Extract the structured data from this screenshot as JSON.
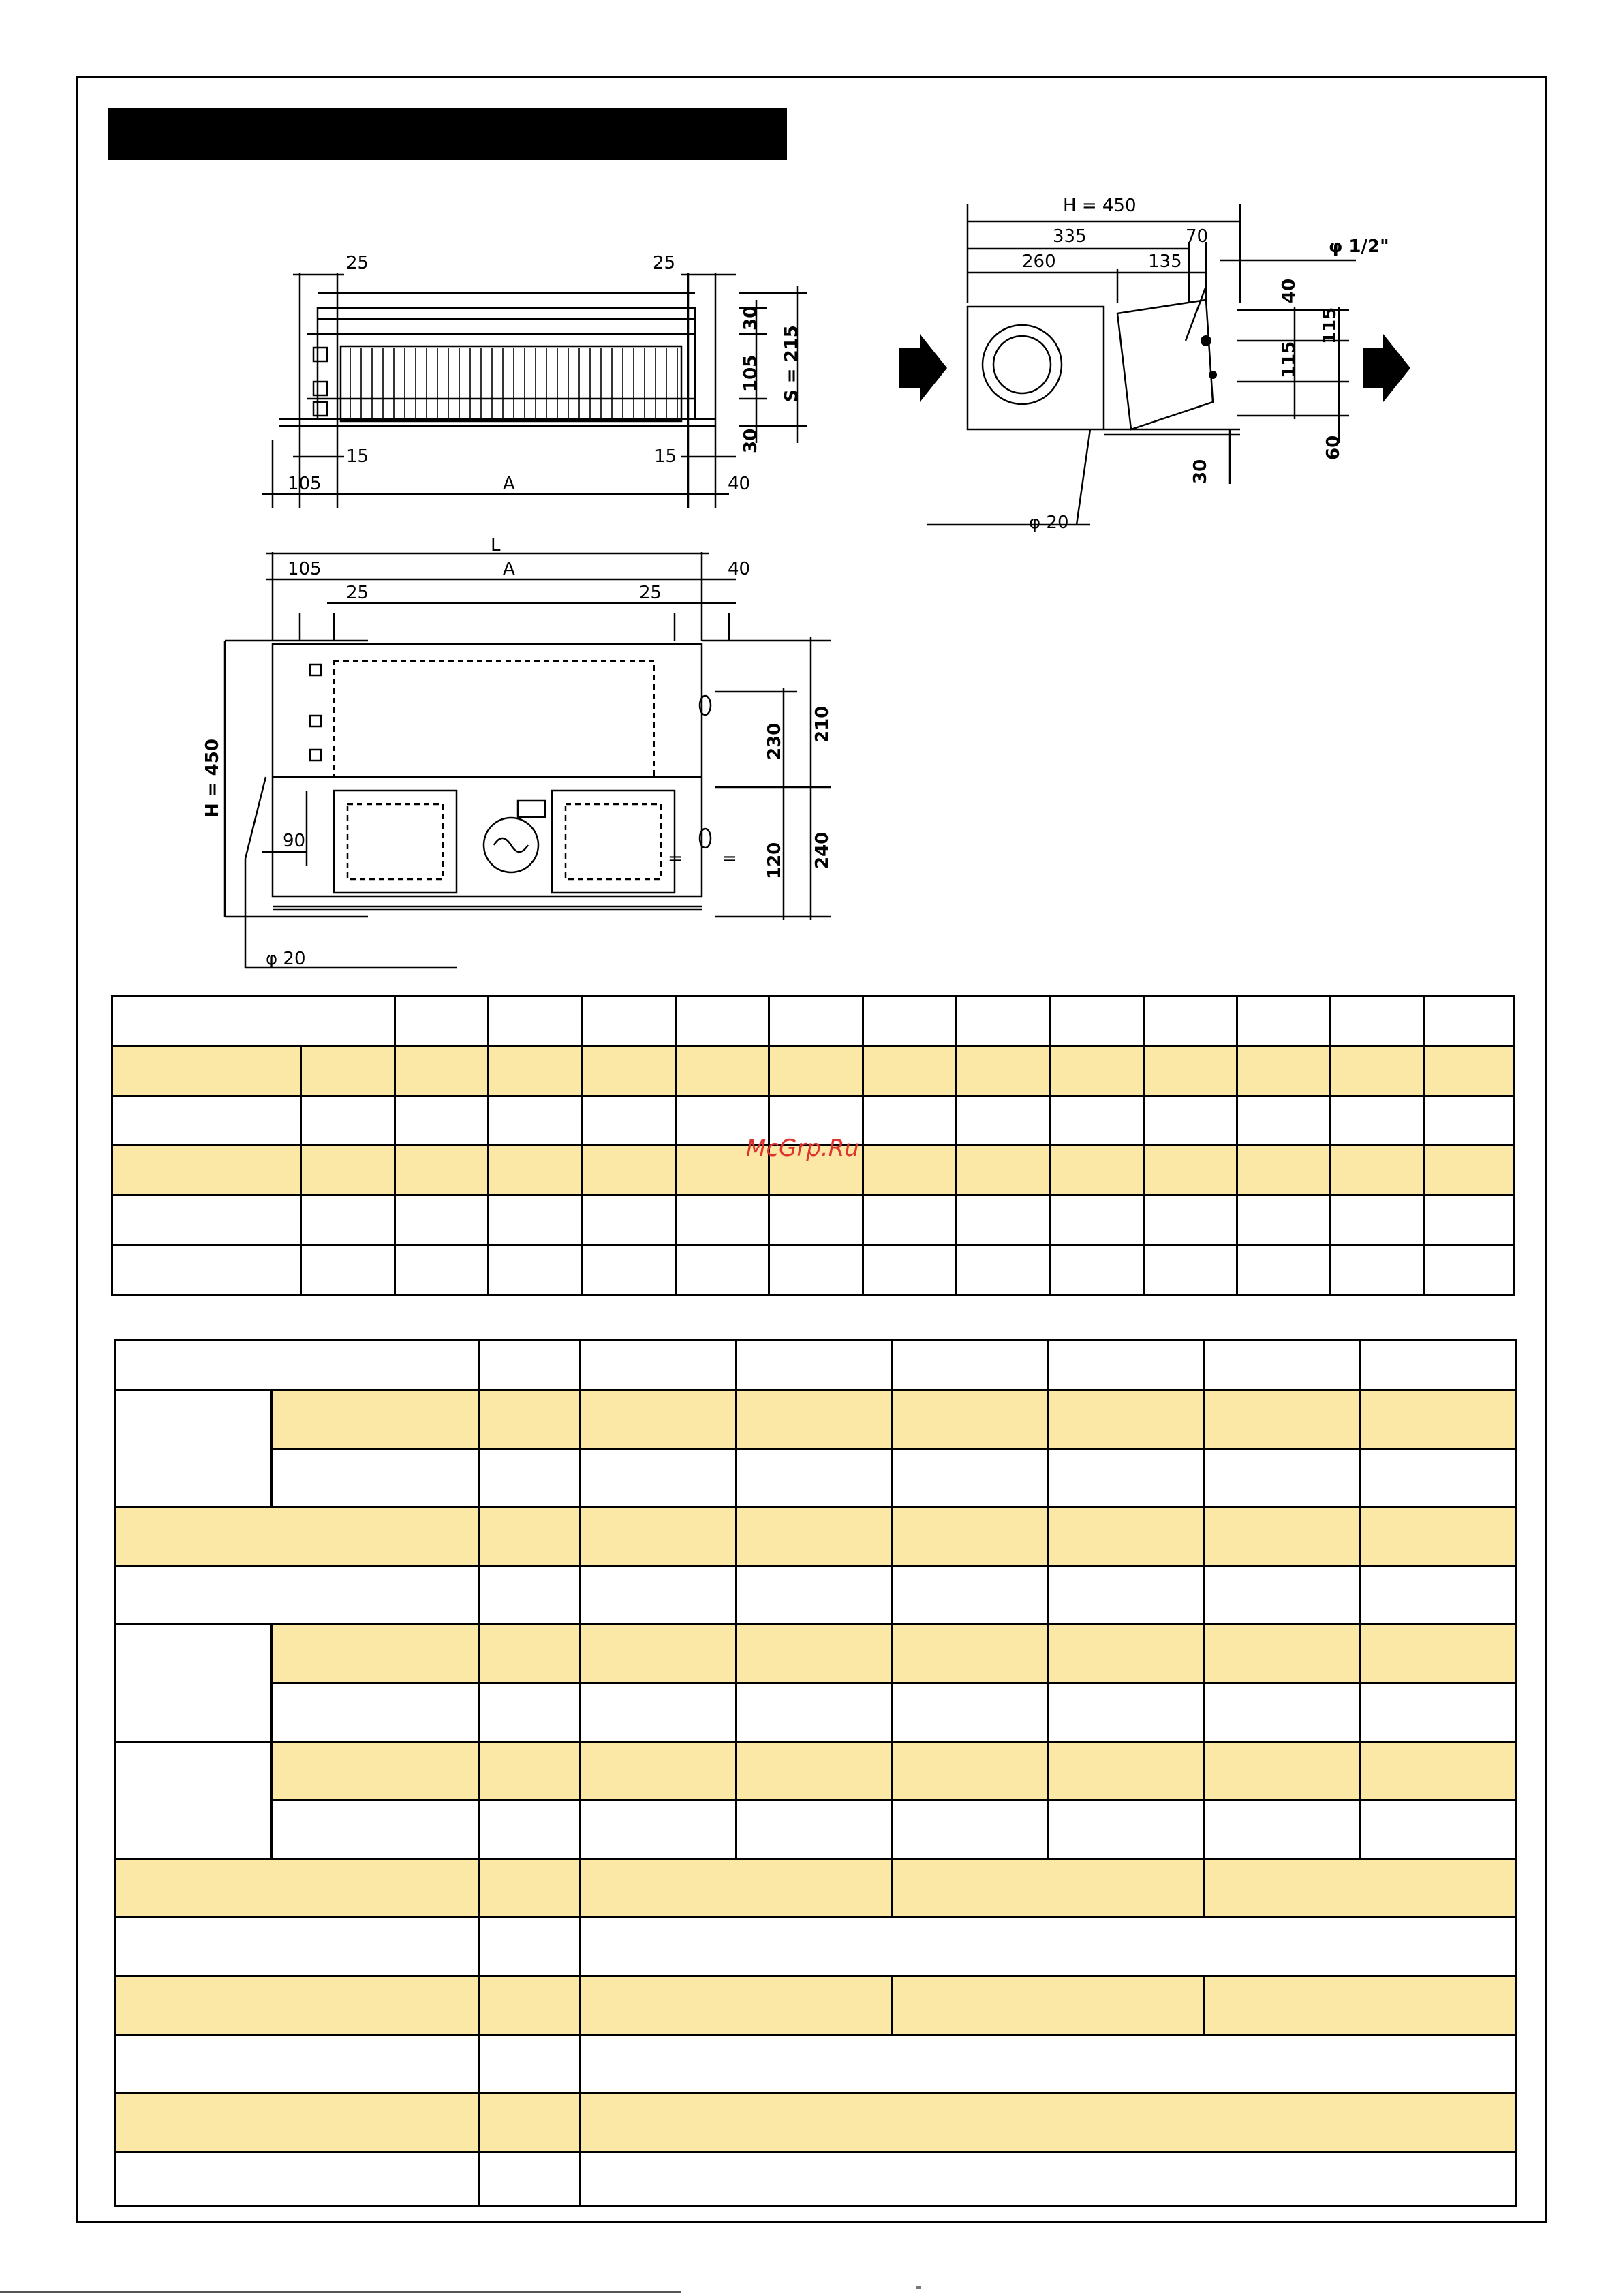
{
  "watermark": "McGrp.Ru",
  "drawings": {
    "front_top": {
      "dims": [
        "25",
        "25",
        "30",
        "105",
        "S = 215",
        "30",
        "15",
        "15",
        "105",
        "A",
        "40"
      ]
    },
    "side": {
      "dims": [
        "H = 450",
        "335",
        "70",
        "260",
        "135",
        "φ 1/2\"",
        "40",
        "115",
        "115",
        "60",
        "30",
        "φ 20"
      ]
    },
    "front_bottom": {
      "dims": [
        "L",
        "105",
        "A",
        "40",
        "25",
        "25",
        "H = 450",
        "210",
        "230",
        "240",
        "120",
        "90",
        "φ 20",
        "=",
        "="
      ]
    }
  },
  "colors": {
    "highlight_row": "#fbe8a6",
    "border": "#000000",
    "watermark": "#e0332f"
  }
}
